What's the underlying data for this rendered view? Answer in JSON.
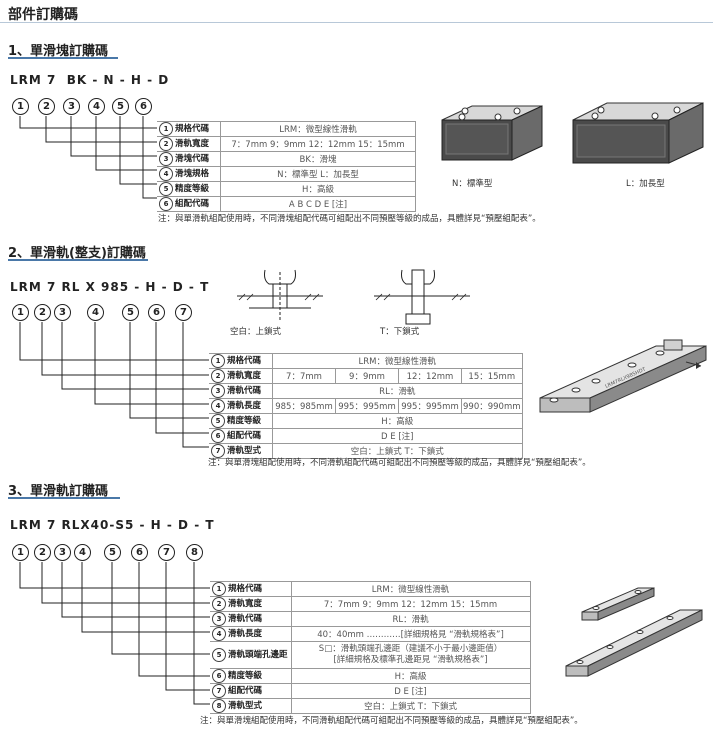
{
  "page_title": "部件訂購碼",
  "sec1": {
    "title": "1、單滑塊訂購碼",
    "code": "LRM 7  BK - N - H - D",
    "rows": [
      {
        "n": "1",
        "label": "規格代碼",
        "cells": [
          "LRM：微型線性滑軌"
        ]
      },
      {
        "n": "2",
        "label": "滑軌寬度",
        "cells": [
          "7：7mm   9：9mm   12：12mm   15：15mm"
        ]
      },
      {
        "n": "3",
        "label": "滑塊代碼",
        "cells": [
          "BK：滑塊"
        ]
      },
      {
        "n": "4",
        "label": "滑塊規格",
        "cells": [
          "N：標準型        L：加長型"
        ]
      },
      {
        "n": "5",
        "label": "精度等級",
        "cells": [
          "H：高級"
        ]
      },
      {
        "n": "6",
        "label": "組配代碼",
        "cells": [
          "A  B  C  D  E [注]"
        ]
      }
    ],
    "note": "注：與單滑軌組配使用時，不同滑塊組配代碼可組配出不同預壓等級的成品，具體詳見“預壓組配表”。",
    "img_n": "N：標準型",
    "img_l": "L：加長型"
  },
  "sec2": {
    "title": "2、單滑軌(整支)訂購碼",
    "code": "LRM 7 RL X 985 - H - D - T",
    "label_blank": "空白：上鎖式",
    "label_t": "T：下鎖式",
    "rows": [
      {
        "n": "1",
        "label": "規格代碼",
        "cells": [
          "LRM：微型線性滑軌"
        ]
      },
      {
        "n": "2",
        "label": "滑軌寬度",
        "cells": [
          "7：7mm",
          "9：9mm",
          "12：12mm",
          "15：15mm"
        ]
      },
      {
        "n": "3",
        "label": "滑軌代碼",
        "cells": [
          "RL：滑軌"
        ]
      },
      {
        "n": "4",
        "label": "滑軌長度",
        "cells": [
          "985：985mm",
          "995：995mm",
          "995：995mm",
          "990：990mm"
        ]
      },
      {
        "n": "5",
        "label": "精度等級",
        "cells": [
          "H：高級"
        ]
      },
      {
        "n": "6",
        "label": "組配代碼",
        "cells": [
          "D  E [注]"
        ]
      },
      {
        "n": "7",
        "label": "滑軌型式",
        "cells": [
          "空白：上鎖式     T：下鎖式"
        ]
      }
    ],
    "note": "注：與單滑塊組配使用時，不同滑軌組配代碼可組配出不同預壓等級的成品，具體詳見“預壓組配表”。",
    "rail_text": "LRM7RLX985HDT"
  },
  "sec3": {
    "title": "3、單滑軌訂購碼",
    "code": "LRM 7 RLX40-S5 - H - D - T",
    "rows": [
      {
        "n": "1",
        "label": "規格代碼",
        "cells": [
          "LRM：微型線性滑軌"
        ]
      },
      {
        "n": "2",
        "label": "滑軌寬度",
        "cells": [
          "7：7mm      9：9mm      12：12mm      15：15mm"
        ]
      },
      {
        "n": "3",
        "label": "滑軌代碼",
        "cells": [
          "RL：滑軌"
        ]
      },
      {
        "n": "4",
        "label": "滑軌長度",
        "cells": [
          "40：40mm …………[詳細規格見 “滑軌規格表”]"
        ]
      },
      {
        "n": "5",
        "label": "滑軌頭端孔邊距",
        "cells": [
          "S□：滑軌頭端孔邊距（建議不小于最小邊距值）\n[詳細規格及標準孔邊距見 “滑軌規格表”]"
        ]
      },
      {
        "n": "6",
        "label": "精度等級",
        "cells": [
          "H：高級"
        ]
      },
      {
        "n": "7",
        "label": "組配代碼",
        "cells": [
          "D  E [注]"
        ]
      },
      {
        "n": "8",
        "label": "滑軌型式",
        "cells": [
          "空白：上鎖式      T：下鎖式"
        ]
      }
    ],
    "note": "注：與單滑塊組配使用時，不同滑軌組配代碼可組配出不同預壓等級的成品，具體詳見“預壓組配表”。"
  },
  "colors": {
    "accent": "#4a78a8",
    "line": "#222222",
    "cell_border": "#999999"
  }
}
